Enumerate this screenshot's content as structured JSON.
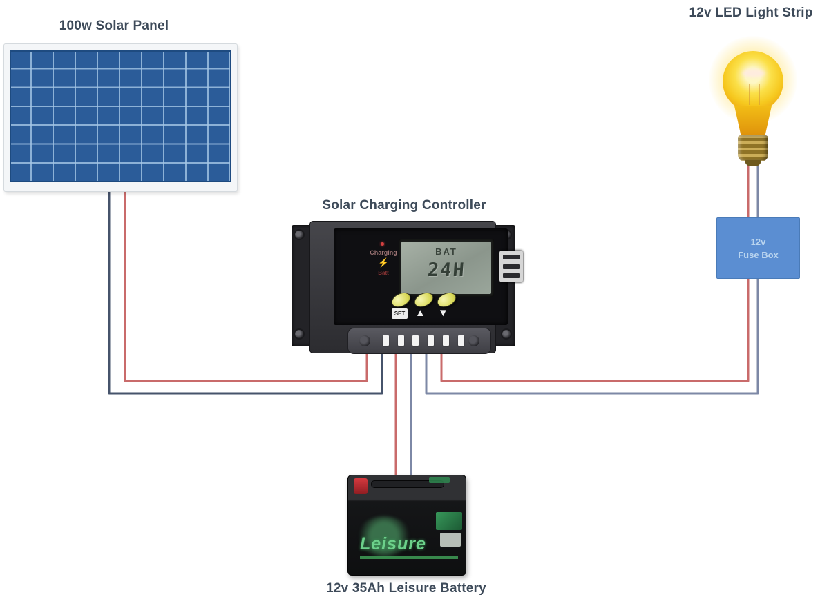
{
  "labels": {
    "solar_panel": "100w Solar Panel",
    "controller": "Solar Charging Controller",
    "led_light": "12v LED Light Strip",
    "battery": "12v 35Ah Leisure Battery"
  },
  "fuse_box": {
    "line1": "12v",
    "line2": "Fuse Box",
    "fill_color": "#5b8ed2",
    "text_color": "#b9d4ef"
  },
  "controller": {
    "indicator_charging": "Charging",
    "indicator_batt": "Batt",
    "lcd_top": "BAT",
    "lcd_value": "24H",
    "button_set": "SET",
    "button_up": "▲",
    "button_down": "▼",
    "terminal_count": 6
  },
  "battery": {
    "brand": "Leisure"
  },
  "solar_panel": {
    "fill_color": "#2b5c99",
    "grid_line_color": "#a5c6e5",
    "columns": 10,
    "rows": 7
  },
  "bulb": {
    "glass_color": "#f6c81e",
    "base_color": "#8f7326"
  },
  "wires": {
    "positive_color": "#c96b6b",
    "negative_color": "#7d88a6",
    "panel_negative_color": "#46536b"
  }
}
